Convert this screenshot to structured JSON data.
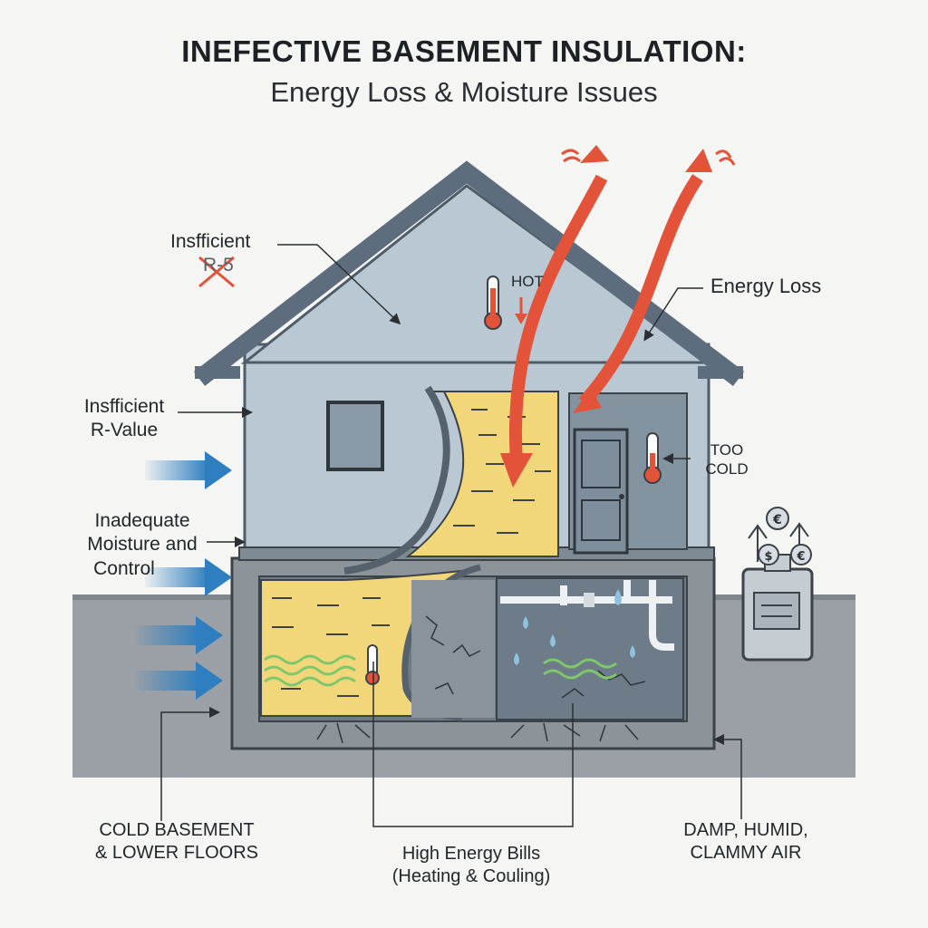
{
  "title": "INEFECTIVE BASEMENT INSULATION:",
  "subtitle": "Energy Loss & Moisture Issues",
  "labels": {
    "roof_insufficient_line1": "Insfficient",
    "roof_insufficient_line2": "R-5",
    "wall_insufficient_line1": "Insfficient",
    "wall_insufficient_line2": "R-Value",
    "moisture_line1": "Inadequate",
    "moisture_line2": "Moisture and",
    "moisture_line3": "Control",
    "energy_loss": "Energy Loss",
    "hot": "HOT",
    "too_cold_line1": "TOO",
    "too_cold_line2": "COLD",
    "cold_basement_line1": "COLD BASEMENT",
    "cold_basement_line2": "& LOWER FLOORS",
    "bills_line1": "High Energy Bills",
    "bills_line2": "(Heating & Couling)",
    "damp_line1": "DAMP, HUMID,",
    "damp_line2": "CLAMMY AIR",
    "coin_dollar": "$",
    "coin_euro_top": "€",
    "coin_euro_right": "€"
  },
  "colors": {
    "house_wall": "#b9c8d3",
    "roof": "#5d6d7d",
    "insulation": "#f2d67a",
    "ground": "#9aa0a6",
    "heat_arrow": "#e2533a",
    "cold_arrow": "#2f7fc0",
    "moisture_wave": "#7cc86b",
    "water_drop": "#8fc1e3"
  }
}
